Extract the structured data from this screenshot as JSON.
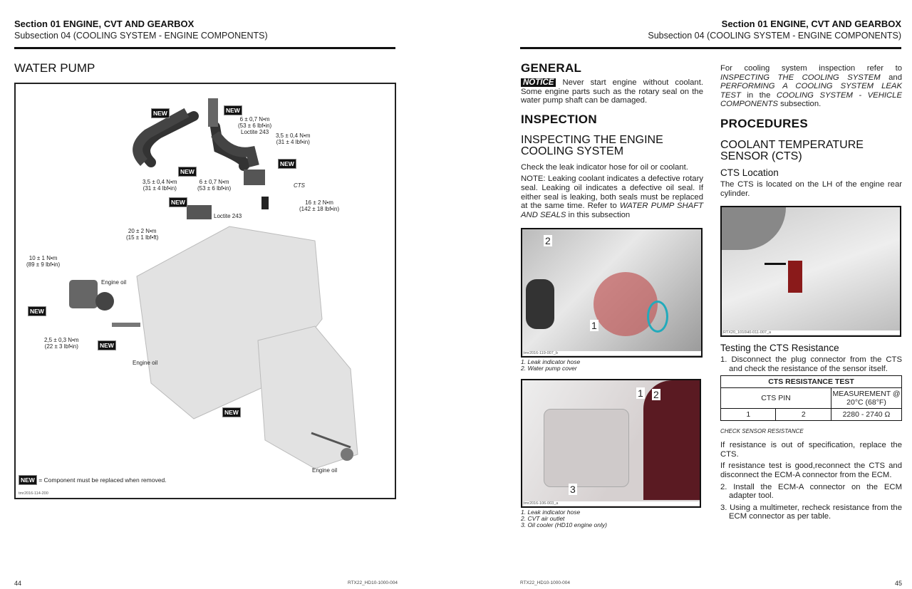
{
  "left_page": {
    "section": "Section 01   ENGINE, CVT AND GEARBOX",
    "subsection": "Subsection 04   (COOLING SYSTEM - ENGINE COMPONENTS)",
    "title": "WATER PUMP",
    "diagram": {
      "new_badge": "NEW",
      "labels": {
        "t1": "6 ± 0,7 N•m\n(53 ± 6 lbf•in)\nLoctite 243",
        "t2": "3,5 ± 0,4 N•m\n(31 ± 4 lbf•in)",
        "t3": "3,5 ± 0,4 N•m\n(31 ± 4 lbf•in)",
        "t4": "6 ± 0,7 N•m\n(53 ± 6 lbf•in)",
        "cts": "CTS",
        "t5": "16 ± 2 N•m\n(142 ± 18 lbf•in)",
        "loctite": "Loctite 243",
        "t6": "20 ± 2 N•m\n(15 ± 1 lbf•ft)",
        "t7": "10 ± 1 N•m\n(89 ± 9 lbf•in)",
        "oil1": "Engine oil",
        "t8": "2,5 ± 0,3 N•m\n(22 ± 3 lbf•in)",
        "oil2": "Engine oil",
        "oil3": "Engine oil"
      },
      "legend": "= Component must be replaced when removed.",
      "ref": "tmr2016-114-200"
    },
    "page_number": "44",
    "doc_code": "RTX22_HD10-1000-004"
  },
  "right_page": {
    "section": "Section 01   ENGINE, CVT AND GEARBOX",
    "subsection": "Subsection 04   (COOLING SYSTEM - ENGINE COMPONENTS)",
    "general": {
      "heading": "GENERAL",
      "notice": "NOTICE",
      "notice_text": " Never start engine without coolant. Some engine parts such as the rotary seal on the water pump shaft can be damaged."
    },
    "inspection": {
      "heading": "INSPECTION",
      "subheading": "INSPECTING THE ENGINE COOLING SYSTEM",
      "p1": "Check the leak indicator hose for oil or coolant.",
      "note": "NOTE: Leaking coolant indicates a defective rotary seal. Leaking oil indicates a defective oil seal. If either seal is leaking, both seals must be replaced at the same time. Refer to ",
      "note_ref": "WATER PUMP SHAFT AND SEALS",
      "note_end": " in this subsection",
      "photo1": {
        "ref": "tmr2016-119-007_b",
        "callouts": [
          "1",
          "2"
        ],
        "captions": [
          "1.  Leak indicator hose",
          "2.  Water pump cover"
        ]
      },
      "photo2": {
        "ref": "tmr2016-106-003_a",
        "callouts": [
          "1",
          "2",
          "3"
        ],
        "captions": [
          "1.  Leak indicator hose",
          "2.  CVT air outlet",
          "3.  Oil cooler (HD10 engine only)"
        ]
      }
    },
    "col2_intro": {
      "a": "For cooling system inspection refer to ",
      "b": "INSPECTING THE COOLING SYSTEM",
      "c": " and ",
      "d": "PERFORMING A COOLING SYSTEM LEAK TEST",
      "e": " in the ",
      "f": "COOLING SYSTEM - VEHICLE COMPONENTS",
      "g": " subsection."
    },
    "procedures": {
      "heading": "PROCEDURES",
      "subheading": "COOLANT TEMPERATURE SENSOR (CTS)",
      "location_heading": "CTS Location",
      "location_text": "The CTS is located on the LH of the engine rear cylinder.",
      "photo3_ref": "RTX20_1010H0-011-007_a",
      "testing_heading": "Testing the CTS Resistance",
      "step1": "1. Disconnect the plug connector from the CTS and check the resistance of the sensor itself.",
      "table": {
        "title": "CTS RESISTANCE TEST",
        "col1": "CTS PIN",
        "col2": "MEASUREMENT @ 20°C (68°F)",
        "row": [
          "1",
          "2",
          "2280 - 2740 Ω"
        ]
      },
      "table_caption": "CHECK SENSOR RESISTANCE",
      "p1": "If resistance is out of specification, replace the CTS.",
      "p2": "If resistance test is good,reconnect the CTS and disconnect the ECM-A connector from the ECM.",
      "step2": "2. Install the ECM-A connector on the ECM adapter tool.",
      "step3": "3. Using a multimeter, recheck resistance from the ECM connector as per table."
    },
    "page_number": "45",
    "doc_code": "RTX22_HD10-1000-004"
  }
}
